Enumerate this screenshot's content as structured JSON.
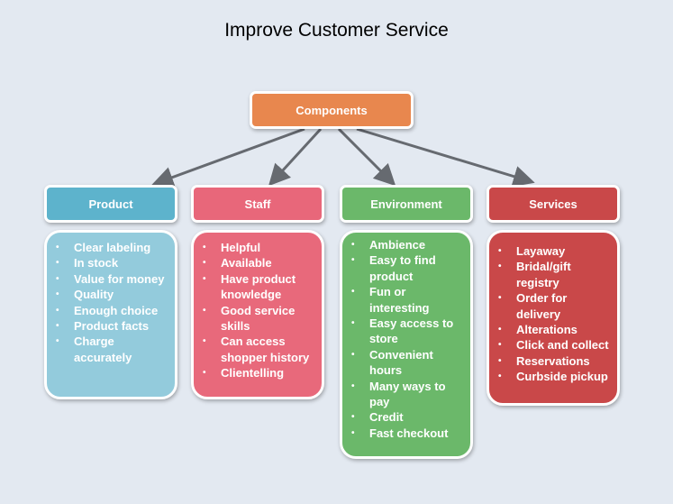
{
  "title": "Improve Customer Service",
  "root": {
    "label": "Components",
    "color": "#e8874e"
  },
  "categories": [
    {
      "label": "Product",
      "header_color": "#5db3cc",
      "body_color": "#93cbdc",
      "items": [
        "Clear labeling",
        "In stock",
        "Value for money",
        "Quality",
        "Enough choice",
        "Product facts",
        "Charge accurately"
      ]
    },
    {
      "label": "Staff",
      "header_color": "#e8677a",
      "body_color": "#e8697b",
      "items": [
        "Helpful",
        "Available",
        "Have product knowledge",
        "Good service skills",
        "Can access shopper history",
        "Clientelling"
      ]
    },
    {
      "label": "Environment",
      "header_color": "#6bb86a",
      "body_color": "#6bb86a",
      "items": [
        "Ambience",
        "Easy to find product",
        "Fun or interesting",
        "Easy access to store",
        "Convenient hours",
        "Many ways to pay",
        "Credit",
        "Fast checkout"
      ]
    },
    {
      "label": "Services",
      "header_color": "#c94849",
      "body_color": "#c94849",
      "items": [
        "Layaway",
        "Bridal/gift registry",
        "Order for delivery",
        "Alterations",
        "Click and collect",
        "Reservations",
        "Curbside pickup"
      ]
    }
  ]
}
